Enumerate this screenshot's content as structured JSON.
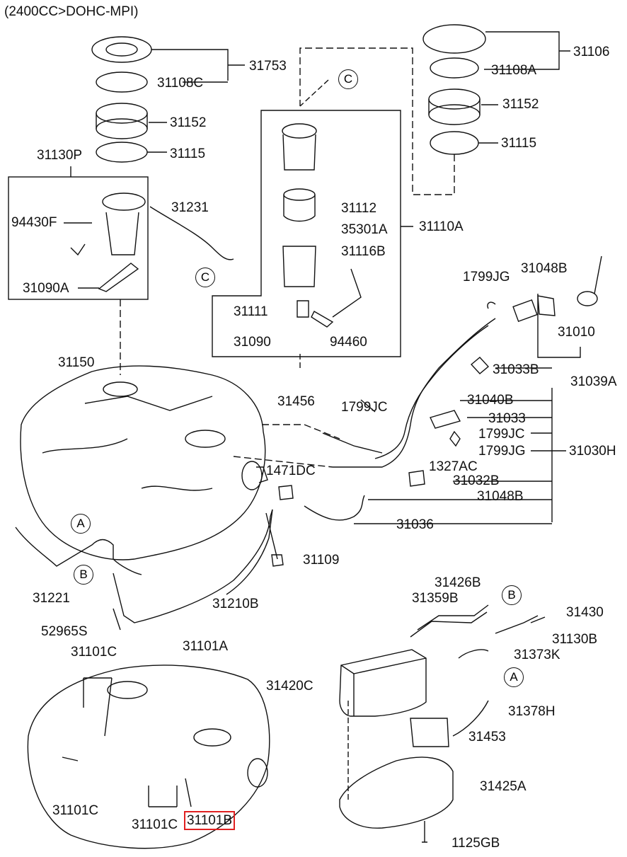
{
  "header": "(2400CC>DOHC-MPI)",
  "highlighted_part": "31101B",
  "callouts": [
    "A",
    "B",
    "C"
  ],
  "part_labels": [
    "31753",
    "31108C",
    "31152",
    "31115",
    "31130P",
    "94430F",
    "31231",
    "31090A",
    "31106",
    "31108A",
    "31152",
    "31115",
    "31112",
    "35301A",
    "31110A",
    "31116B",
    "31111",
    "31090",
    "94460",
    "1799JG",
    "31048B",
    "31010",
    "31033B",
    "31039A",
    "31150",
    "31456",
    "1799JC",
    "31040B",
    "31033",
    "1799JC",
    "1799JG",
    "31030H",
    "1327AC",
    "1471DC",
    "31032B",
    "31048B",
    "31036",
    "31221",
    "31109",
    "31210B",
    "52965S",
    "31101C",
    "31101A",
    "31101C",
    "31101C",
    "31101B",
    "31426B",
    "31359B",
    "31430",
    "31130B",
    "31373K",
    "31420C",
    "31378H",
    "31453",
    "31425A",
    "1125GB"
  ],
  "icons": [
    "fuel-tank-icon",
    "fuel-pump-icon",
    "canister-icon",
    "filler-neck-icon"
  ]
}
